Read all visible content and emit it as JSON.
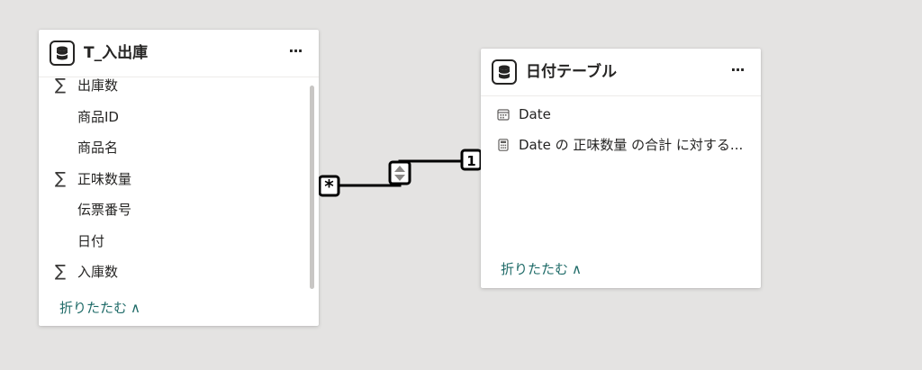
{
  "tables": {
    "left": {
      "title": "T_入出庫",
      "more_label": "···",
      "fields": [
        {
          "name": "出庫数",
          "aggregate": true
        },
        {
          "name": "商品ID",
          "aggregate": false
        },
        {
          "name": "商品名",
          "aggregate": false
        },
        {
          "name": "正味数量",
          "aggregate": true
        },
        {
          "name": "伝票番号",
          "aggregate": false
        },
        {
          "name": "日付",
          "aggregate": false
        },
        {
          "name": "入庫数",
          "aggregate": true
        }
      ],
      "sigma": "∑",
      "collapse_label": "折りたたむ",
      "collapse_chevron": "∧"
    },
    "right": {
      "title": "日付テーブル",
      "more_label": "···",
      "fields": [
        {
          "name": "Date",
          "icon": "calendar-icon"
        },
        {
          "name": "Date の 正味数量 の合計 に対する...",
          "icon": "calculator-icon"
        }
      ],
      "collapse_label": "折りたたむ",
      "collapse_chevron": "∧"
    }
  },
  "relationship": {
    "from_cardinality": "*",
    "to_cardinality": "1",
    "direction_icon": "bidirectional-filter-icon"
  },
  "colors": {
    "canvas": "#e4e3e2",
    "card": "#ffffff",
    "text": "#252423",
    "link": "#1f6b68",
    "line": "#000000"
  }
}
